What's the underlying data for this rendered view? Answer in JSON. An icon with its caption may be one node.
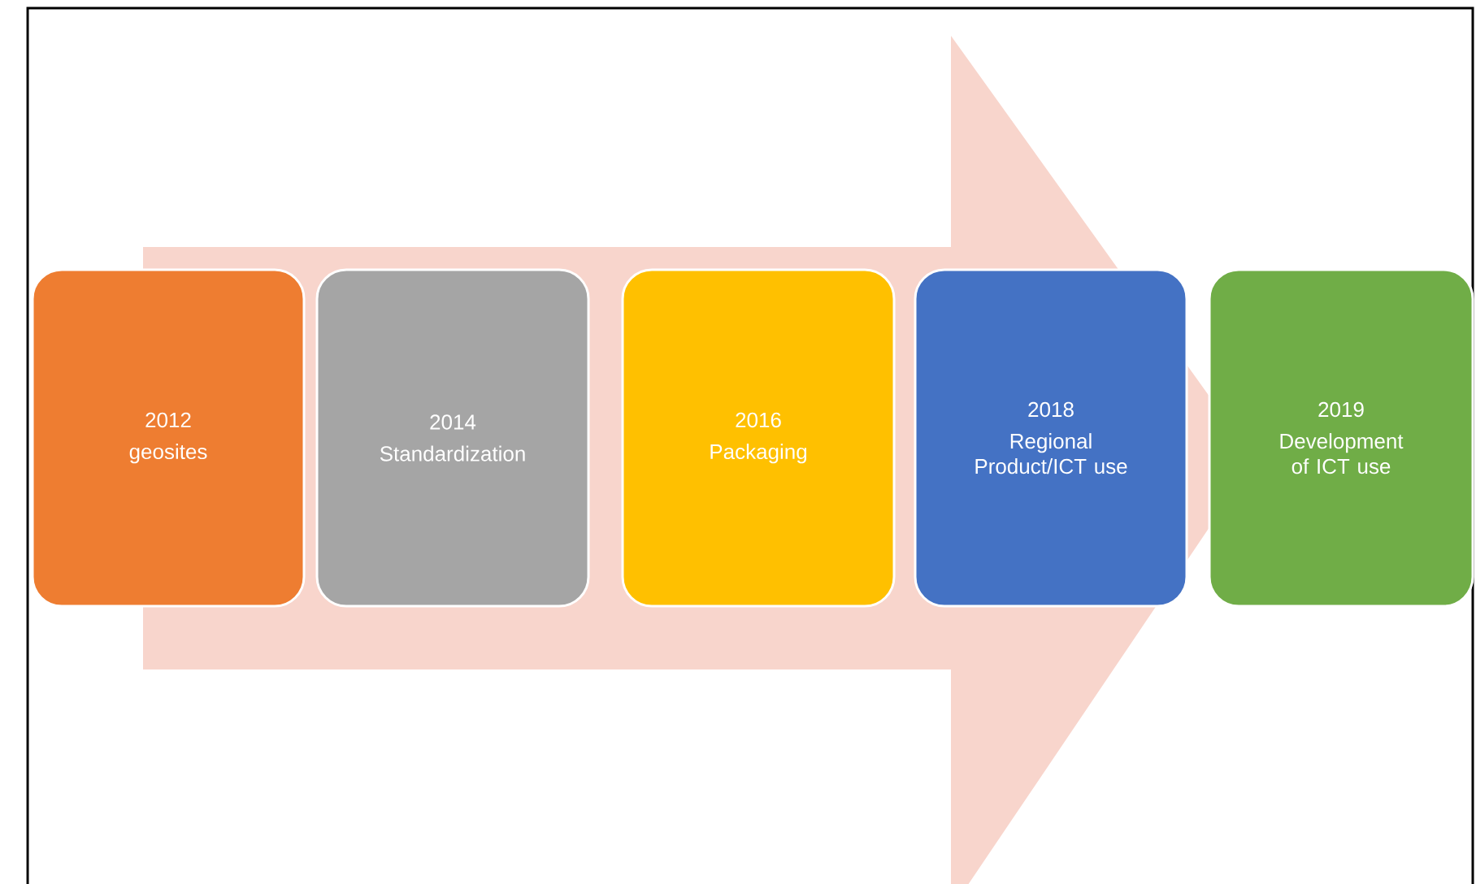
{
  "diagram": {
    "nodes": [
      {
        "text": [
          "2012",
          "geosites"
        ]
      },
      {
        "text": [
          "2014",
          "Standardization"
        ]
      },
      {
        "text": [
          "2016",
          "Packaging"
        ]
      },
      {
        "text": [
          "2018",
          "Regional Product/ICT use"
        ]
      },
      {
        "text": [
          "2019",
          "Development of ICT use"
        ]
      }
    ],
    "edges": [
      {
        "from": 0,
        "to": 4,
        "arrow": "to"
      }
    ]
  }
}
